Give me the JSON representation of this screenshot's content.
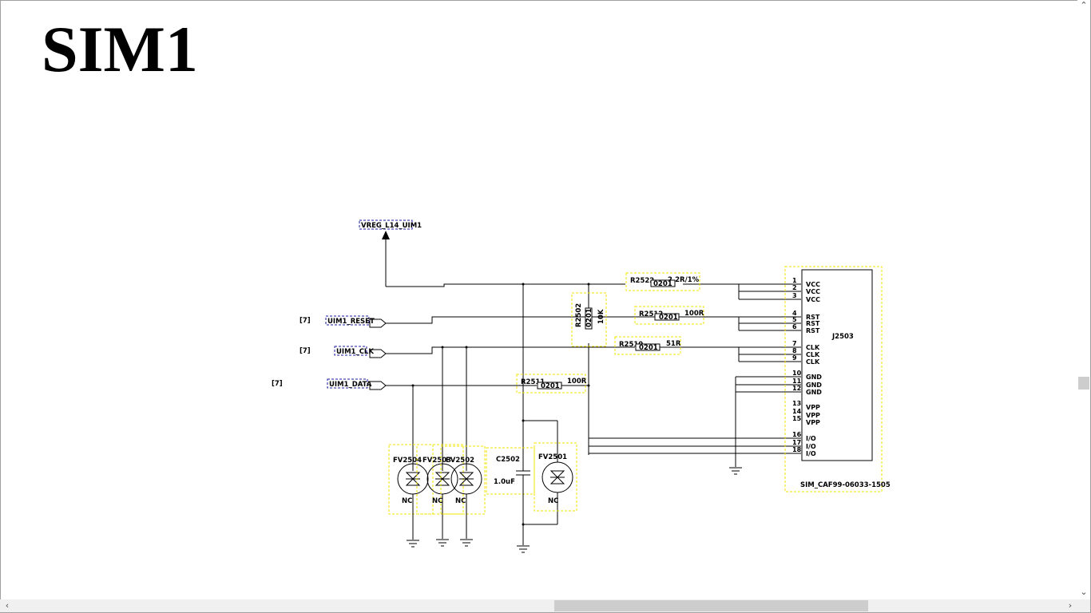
{
  "sheet_title": "SIM1",
  "nets": {
    "vreg": "VREG_L14_UIM1",
    "reset": "UIM1_RESET",
    "clk": "UIM1_CLK",
    "data": "UIM1_DATA",
    "ref_reset": "[7]",
    "ref_clk": "[7]",
    "ref_data": "[7]"
  },
  "resistors": {
    "r2522": {
      "ref": "R2522",
      "value": "2.2R/1%",
      "pkg": "0201"
    },
    "r2512": {
      "ref": "R2512",
      "value": "100R",
      "pkg": "0201"
    },
    "r2510": {
      "ref": "R2510",
      "value": "51R",
      "pkg": "0201"
    },
    "r2511": {
      "ref": "R2511",
      "value": "100R",
      "pkg": "0201"
    },
    "r2502": {
      "ref": "R2502",
      "value": "10K",
      "pkg": "0201"
    }
  },
  "capacitor": {
    "ref": "C2502",
    "value": "1.0uF"
  },
  "tvs": [
    {
      "ref": "FV2504",
      "value": "NC"
    },
    {
      "ref": "FV2503",
      "value": "NC"
    },
    {
      "ref": "FV2502",
      "value": "NC"
    },
    {
      "ref": "FV2501",
      "value": "NC"
    }
  ],
  "connector": {
    "ref": "J2503",
    "part": "SIM_CAF99-06033-1505",
    "pins": [
      {
        "num": "1",
        "name": "VCC"
      },
      {
        "num": "2",
        "name": "VCC"
      },
      {
        "num": "3",
        "name": "VCC"
      },
      {
        "num": "4",
        "name": "RST"
      },
      {
        "num": "5",
        "name": "RST"
      },
      {
        "num": "6",
        "name": "RST"
      },
      {
        "num": "7",
        "name": "CLK"
      },
      {
        "num": "8",
        "name": "CLK"
      },
      {
        "num": "9",
        "name": "CLK"
      },
      {
        "num": "10",
        "name": "GND"
      },
      {
        "num": "11",
        "name": "GND"
      },
      {
        "num": "12",
        "name": "GND"
      },
      {
        "num": "13",
        "name": "VPP"
      },
      {
        "num": "14",
        "name": "VPP"
      },
      {
        "num": "15",
        "name": "VPP"
      },
      {
        "num": "16",
        "name": "I/O"
      },
      {
        "num": "17",
        "name": "I/O"
      },
      {
        "num": "18",
        "name": "I/O"
      }
    ]
  },
  "scrollbar_icons": {
    "up": "chevron-up-icon",
    "down": "chevron-down-icon",
    "left": "chevron-left-icon",
    "right": "chevron-right-icon"
  }
}
